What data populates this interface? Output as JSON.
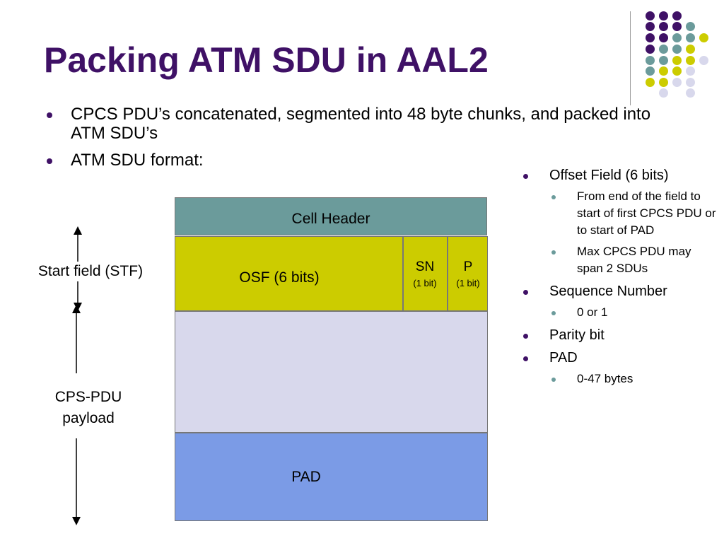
{
  "slide": {
    "title": "Packing ATM SDU in AAL2",
    "bullets": [
      "CPCS PDU’s concatenated, segmented into 48 byte chunks, and packed into ATM SDU’s",
      "ATM SDU format:"
    ]
  },
  "diagram": {
    "cell_header": "Cell Header",
    "osf": "OSF  (6 bits)",
    "sn": "SN",
    "sn_size": "(1 bit)",
    "p": "P",
    "p_size": "(1 bit)",
    "pad": "PAD",
    "start_field": "Start field (STF)",
    "payload_line1": "CPS-PDU",
    "payload_line2": "payload"
  },
  "notes": [
    {
      "text": "Offset Field (6 bits)",
      "subs": [
        "From end of the field to start of first CPCS PDU or to start of PAD",
        "Max CPCS PDU may span 2 SDUs"
      ]
    },
    {
      "text": "Sequence Number",
      "subs": [
        "0 or 1"
      ]
    },
    {
      "text": "Parity bit",
      "subs": []
    },
    {
      "text": "PAD",
      "subs": [
        "0-47 bytes"
      ]
    }
  ],
  "colors": {
    "title": "#3f1166",
    "cell_header": "#6b9b9b",
    "stf": "#cccc00",
    "payload": "#d8d8ec",
    "pad": "#7b9be6",
    "dot_purple": "#3f1166",
    "dot_teal": "#6b9b9b",
    "dot_yellow": "#cccc00",
    "dot_lavender": "#d8d8ec"
  }
}
